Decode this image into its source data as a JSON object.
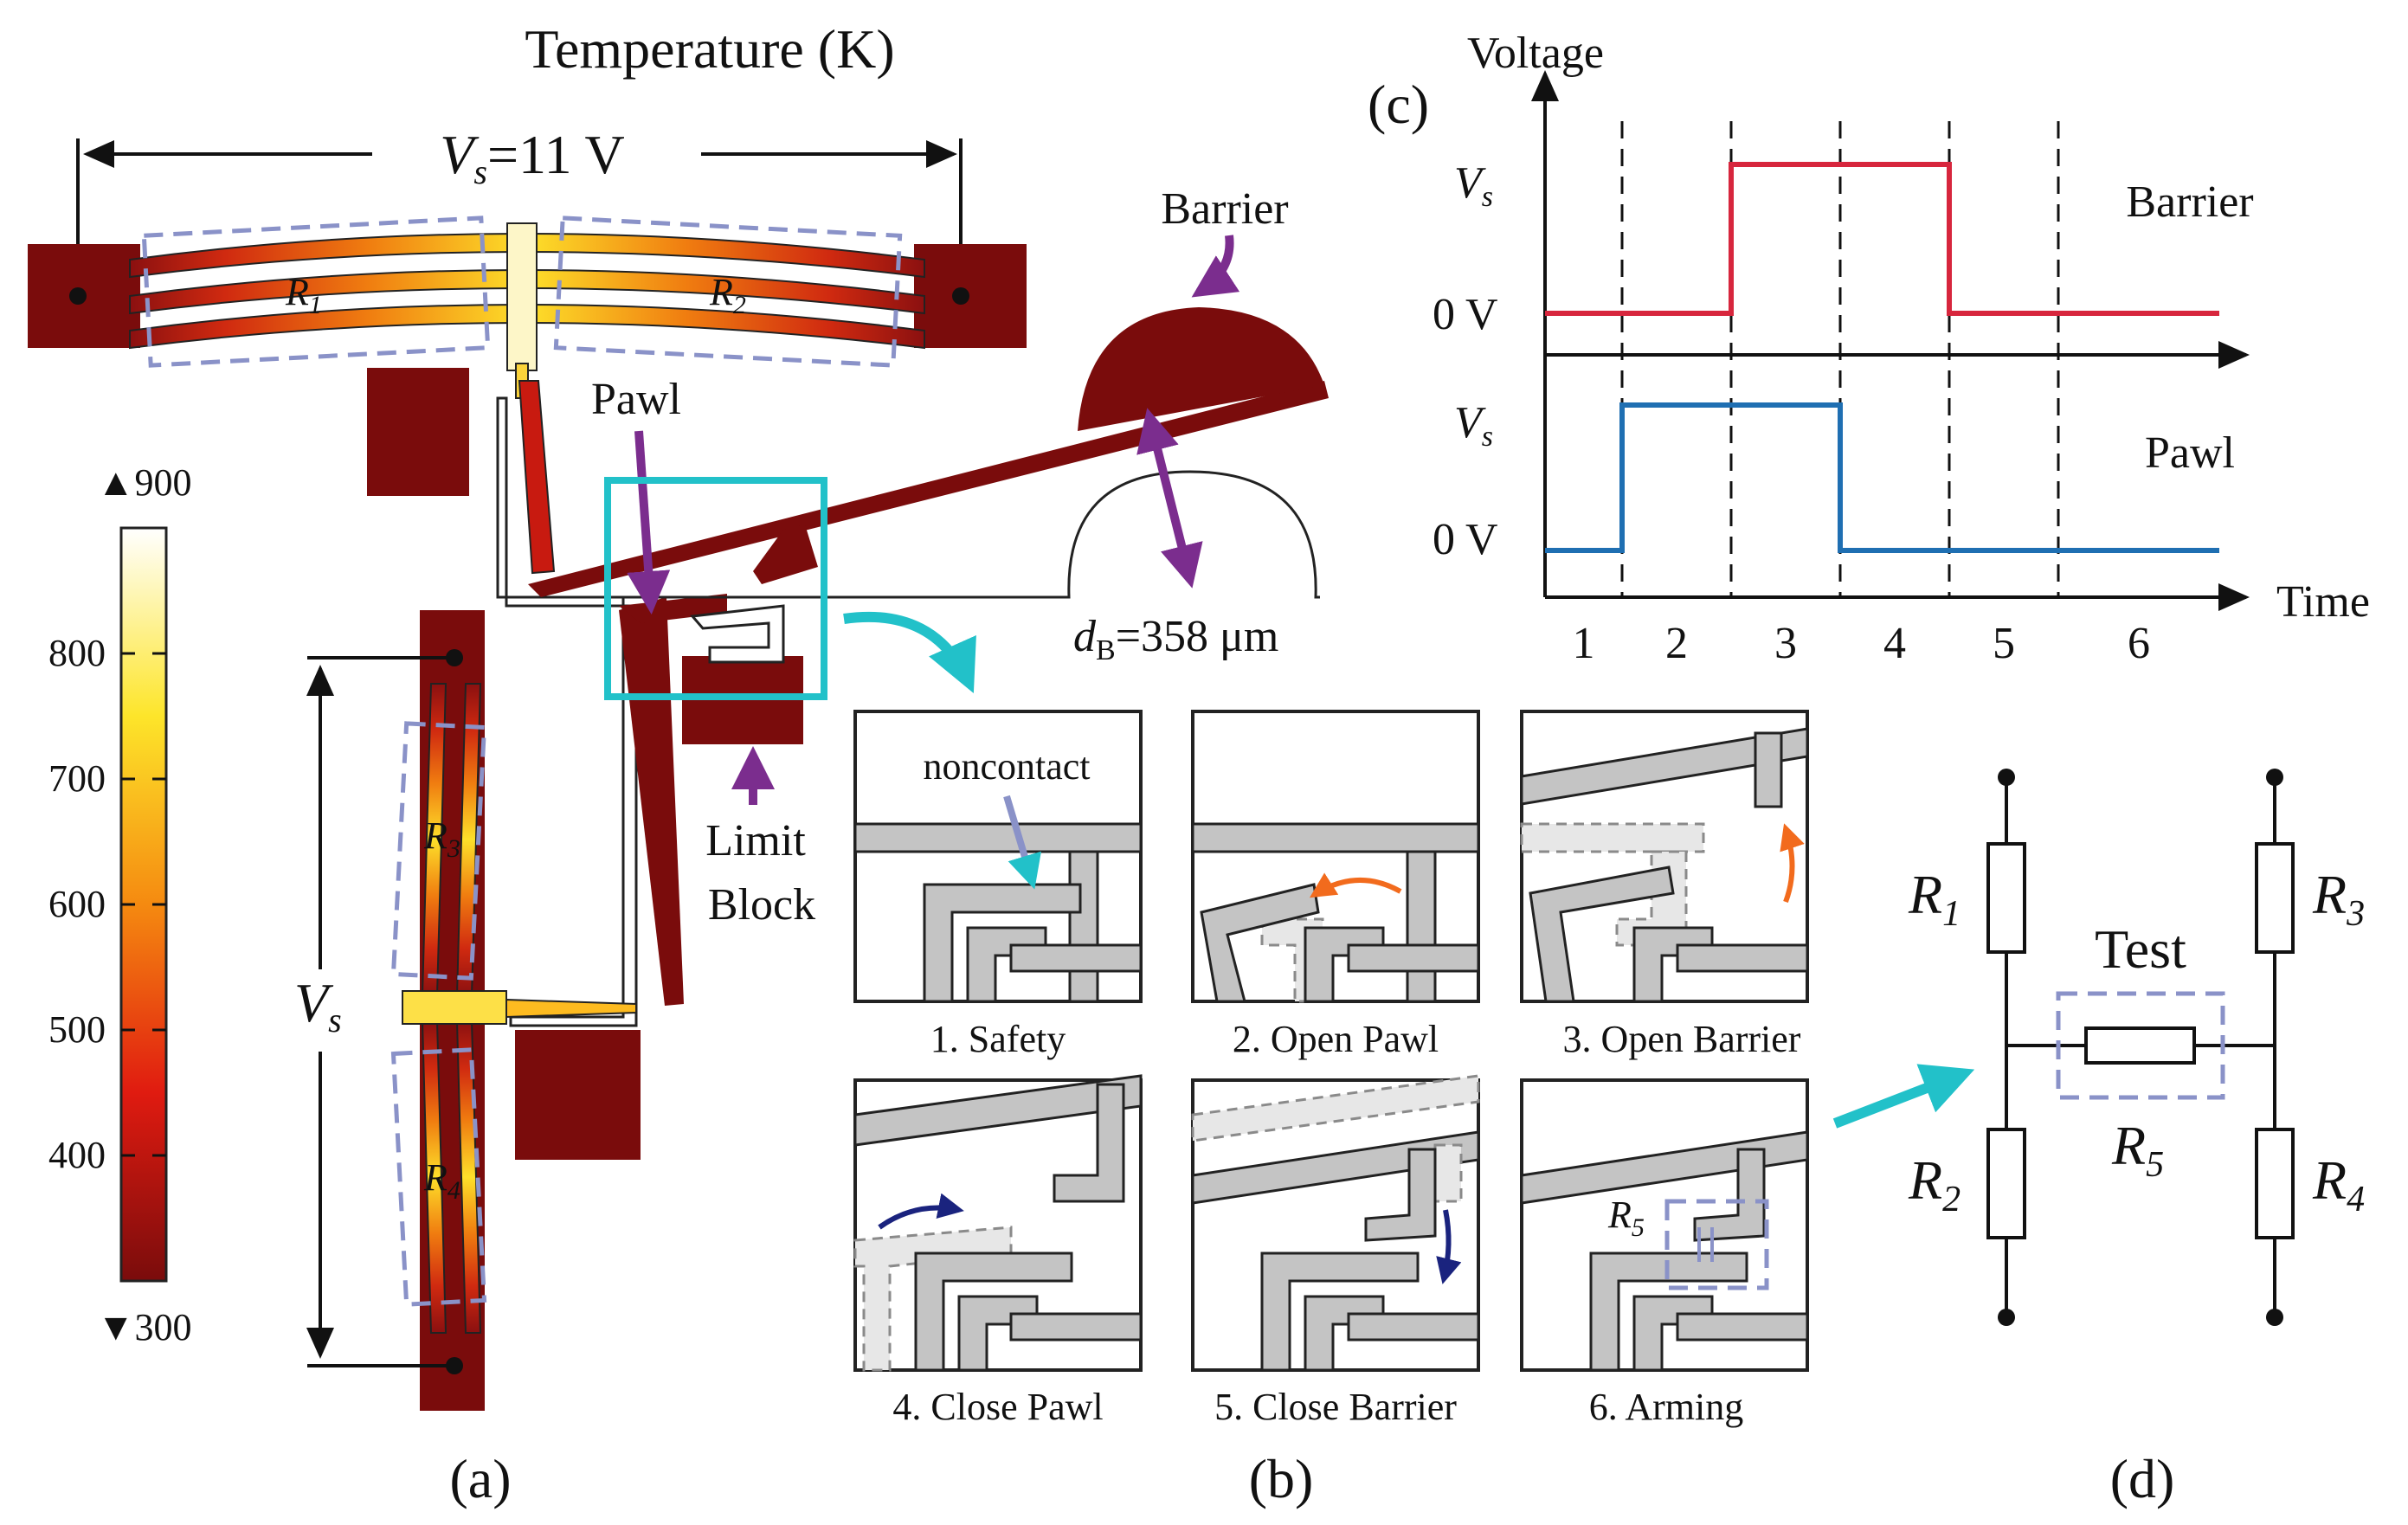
{
  "panel_a": {
    "title": "Temperature (K)",
    "supply_voltage_label": "=11 V",
    "supply_symbol": "V",
    "supply_subscript": "s",
    "side_supply_symbol": "V",
    "side_supply_subscript": "s",
    "barrier_label": "Barrier",
    "pawl_label": "Pawl",
    "limit_block_label_line1": "Limit",
    "limit_block_label_line2": "Block",
    "distance_symbol": "d",
    "distance_subscript": "B",
    "distance_value": "=358 μm",
    "resistors": [
      {
        "letter": "R",
        "index": "1"
      },
      {
        "letter": "R",
        "index": "2"
      },
      {
        "letter": "R",
        "index": "3"
      },
      {
        "letter": "R",
        "index": "4"
      }
    ],
    "colorbar": {
      "max_label": "▲900",
      "min_label": "▼300",
      "ticks": [
        "800",
        "700",
        "600",
        "500",
        "400"
      ],
      "tick_values": [
        800,
        700,
        600,
        500,
        400
      ],
      "range": [
        300,
        900
      ]
    },
    "caption": "(a)"
  },
  "panel_b": {
    "noncontact_label": "noncontact",
    "r5_letter": "R",
    "r5_index": "5",
    "steps": [
      "1. Safety",
      "2. Open Pawl",
      "3. Open Barrier",
      "4. Close Pawl",
      "5. Close Barrier",
      "6. Arming"
    ],
    "caption": "(b)"
  },
  "panel_c": {
    "tag": "(c)",
    "y_axis_label": "Voltage",
    "x_axis_label": "Time",
    "high_level_symbol": "V",
    "high_level_subscript": "s",
    "low_level_label": "0 V",
    "periods": [
      "1",
      "2",
      "3",
      "4",
      "5",
      "6"
    ],
    "signals": [
      {
        "name": "Barrier",
        "color": "#d7263d",
        "high_periods": [
          3,
          4
        ]
      },
      {
        "name": "Pawl",
        "color": "#1f6fb2",
        "high_periods": [
          2,
          3
        ]
      }
    ]
  },
  "panel_d": {
    "test_label": "Test",
    "resistors": [
      {
        "letter": "R",
        "index": "1"
      },
      {
        "letter": "R",
        "index": "2"
      },
      {
        "letter": "R",
        "index": "3"
      },
      {
        "letter": "R",
        "index": "4"
      },
      {
        "letter": "R",
        "index": "5"
      }
    ],
    "caption": "(d)"
  },
  "colors": {
    "device": "#7a0c0c",
    "highlight_box": "#22c1c9",
    "label_arrow": "#7b2d8e",
    "open_arrow": "#f26b1d",
    "close_arrow": "#1a237e",
    "dashed_outline": "#8a92c8"
  }
}
